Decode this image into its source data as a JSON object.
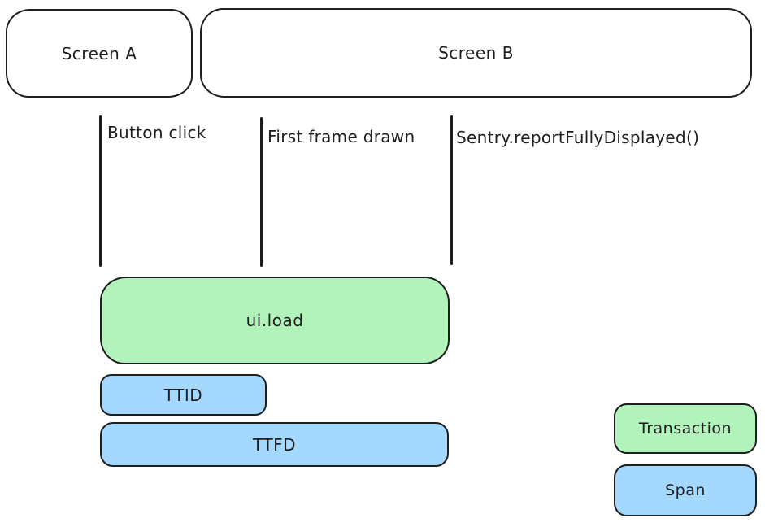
{
  "colors": {
    "stroke": "#1e1e1e",
    "transaction_fill": "#b2f2bb",
    "span_fill": "#a5d8ff",
    "background": "#ffffff"
  },
  "screens": {
    "a": {
      "label": "Screen A"
    },
    "b": {
      "label": "Screen B"
    }
  },
  "events": [
    {
      "label": "Button click"
    },
    {
      "label": "First frame drawn"
    },
    {
      "label": "Sentry.reportFullyDisplayed()"
    }
  ],
  "bars": {
    "transaction": {
      "label": "ui.load"
    },
    "ttid": {
      "label": "TTID"
    },
    "ttfd": {
      "label": "TTFD"
    }
  },
  "legend": {
    "transaction": {
      "label": "Transaction"
    },
    "span": {
      "label": "Span"
    }
  }
}
